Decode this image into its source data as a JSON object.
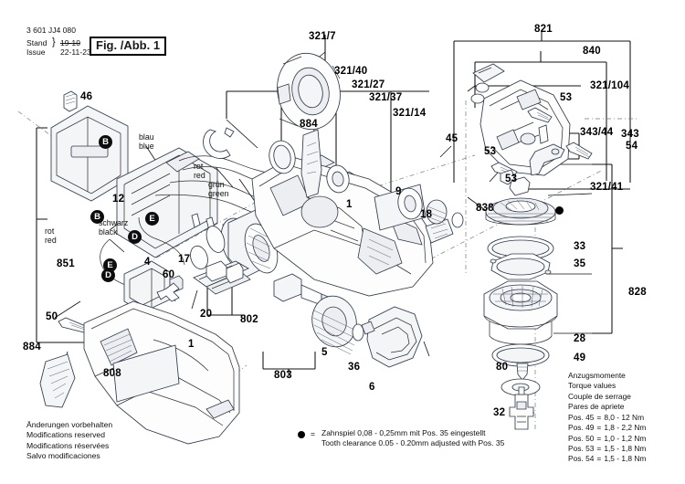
{
  "header": {
    "part_number": "3 601 JJ4 080",
    "row1_label": "Stand",
    "row2_label": "Issue",
    "row1_value": "19-10",
    "row2_value": "22-11-23",
    "fig_badge": "Fig. /Abb. 1"
  },
  "footer_disclaimer": [
    "Änderungen vorbehalten",
    "Modifications reserved",
    "Modifications réservées",
    "Salvo modificaciones"
  ],
  "clearance_note": {
    "symbol": "filled-circle",
    "equals": "=",
    "line_de": "Zahnspiel 0,08 - 0,25mm mit Pos. 35 eingestellt",
    "line_en": "Tooth clearance 0.05 - 0.20mm adjusted with Pos. 35"
  },
  "torque": {
    "titles": [
      "Anzugsmomente",
      "Torque values",
      "Couple de serrage",
      "Pares de apriete"
    ],
    "rows": [
      {
        "pos": "Pos.  45",
        "eq": "=",
        "value": "8,0 - 12   Nm"
      },
      {
        "pos": "Pos.  49",
        "eq": "=",
        "value": "1,8 - 2,2 Nm"
      },
      {
        "pos": "Pos.  50",
        "eq": "=",
        "value": "1,0 - 1,2 Nm"
      },
      {
        "pos": "Pos.  53",
        "eq": "=",
        "value": "1,5 - 1,8 Nm"
      },
      {
        "pos": "Pos.  54",
        "eq": "=",
        "value": "1,5 - 1,8 Nm"
      }
    ]
  },
  "wire_labels": [
    {
      "id": "blue",
      "de": "blau",
      "en": "blue"
    },
    {
      "id": "red1",
      "de": "rot",
      "en": "red"
    },
    {
      "id": "green",
      "de": "grün",
      "en": "green"
    },
    {
      "id": "black",
      "de": "schwarz",
      "en": "black"
    },
    {
      "id": "red2",
      "de": "rot",
      "en": "red"
    }
  ],
  "circle_marks": [
    {
      "id": "b-top",
      "letter": "B"
    },
    {
      "id": "b-left",
      "letter": "B"
    },
    {
      "id": "e-mid",
      "letter": "E"
    },
    {
      "id": "d-mid",
      "letter": "D"
    },
    {
      "id": "e-low",
      "letter": "E"
    },
    {
      "id": "d-low",
      "letter": "D"
    }
  ],
  "callouts": [
    {
      "id": "c-46",
      "text": "46"
    },
    {
      "id": "c-12",
      "text": "12"
    },
    {
      "id": "c-851",
      "text": "851"
    },
    {
      "id": "c-4",
      "text": "4"
    },
    {
      "id": "c-17",
      "text": "17"
    },
    {
      "id": "c-60",
      "text": "60"
    },
    {
      "id": "c-50",
      "text": "50"
    },
    {
      "id": "c-884-low",
      "text": "884"
    },
    {
      "id": "c-808",
      "text": "808"
    },
    {
      "id": "c-1-low",
      "text": "1"
    },
    {
      "id": "c-20",
      "text": "20"
    },
    {
      "id": "c-802",
      "text": "802"
    },
    {
      "id": "c-884-top",
      "text": "884"
    },
    {
      "id": "c-321-7",
      "text": "321/7"
    },
    {
      "id": "c-321-40",
      "text": "321/40"
    },
    {
      "id": "c-321-27",
      "text": "321/27"
    },
    {
      "id": "c-321-37",
      "text": "321/37"
    },
    {
      "id": "c-321-14",
      "text": "321/14"
    },
    {
      "id": "c-1-mid",
      "text": "1"
    },
    {
      "id": "c-9",
      "text": "9"
    },
    {
      "id": "c-18",
      "text": "18"
    },
    {
      "id": "c-5",
      "text": "5"
    },
    {
      "id": "c-36",
      "text": "36"
    },
    {
      "id": "c-803",
      "text": "803"
    },
    {
      "id": "c-6",
      "text": "6"
    },
    {
      "id": "c-45",
      "text": "45"
    },
    {
      "id": "c-838",
      "text": "838"
    },
    {
      "id": "c-821",
      "text": "821"
    },
    {
      "id": "c-840",
      "text": "840"
    },
    {
      "id": "c-321-104",
      "text": "321/104"
    },
    {
      "id": "c-53-top",
      "text": "53"
    },
    {
      "id": "c-53-mid",
      "text": "53"
    },
    {
      "id": "c-53-low",
      "text": "53"
    },
    {
      "id": "c-343-44",
      "text": "343/44"
    },
    {
      "id": "c-343",
      "text": "343"
    },
    {
      "id": "c-54",
      "text": "54"
    },
    {
      "id": "c-321-41",
      "text": "321/41"
    },
    {
      "id": "c-33",
      "text": "33"
    },
    {
      "id": "c-35",
      "text": "35"
    },
    {
      "id": "c-828",
      "text": "828"
    },
    {
      "id": "c-28",
      "text": "28"
    },
    {
      "id": "c-49",
      "text": "49"
    },
    {
      "id": "c-80",
      "text": "80"
    },
    {
      "id": "c-32",
      "text": "32"
    }
  ]
}
